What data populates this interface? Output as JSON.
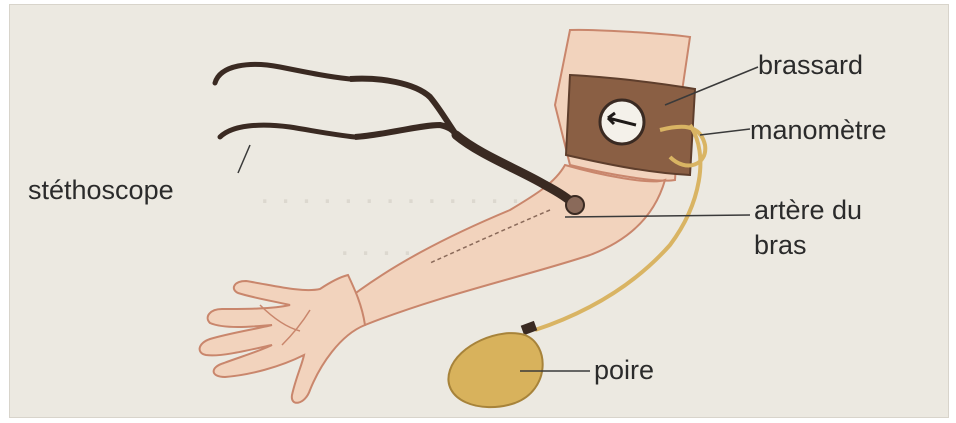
{
  "labels": {
    "stethoscope": "stéthoscope",
    "cuff": "brassard",
    "manometer": "manomètre",
    "artery_line1": "artère du",
    "artery_line2": "bras",
    "bulb": "poire"
  },
  "colors": {
    "background": "#ece9e1",
    "skin": "#f2d3bd",
    "skin_outline": "#c9866c",
    "cuff": "#8a5f44",
    "tube": "#3a2a22",
    "bulb": "#d8b25c",
    "bulb_tube": "#d9b463",
    "text": "#2b2b2b"
  }
}
